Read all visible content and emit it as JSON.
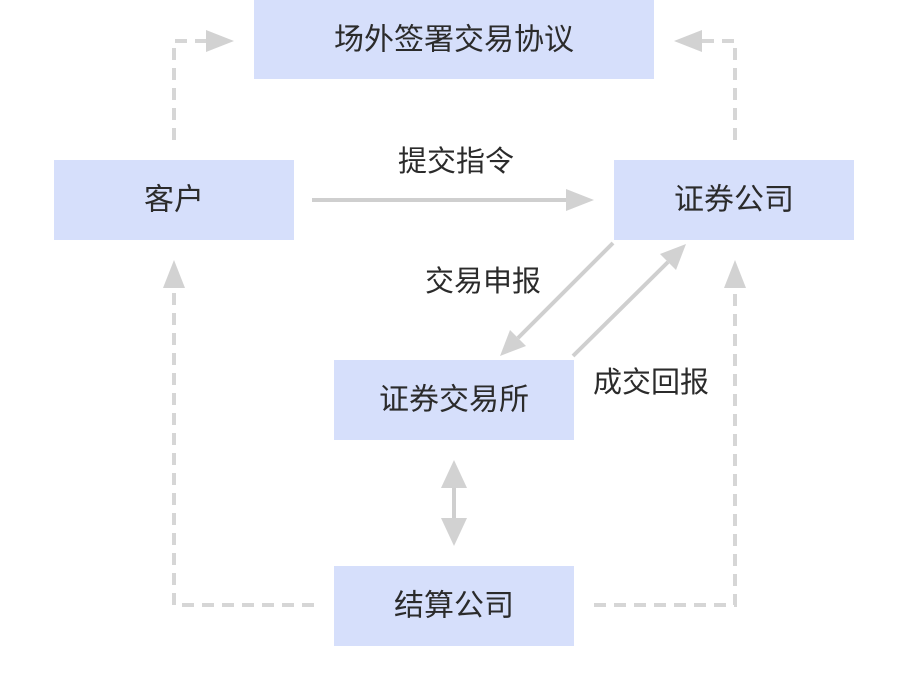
{
  "diagram": {
    "nodes": {
      "agreement": "场外签署交易协议",
      "customer": "客户",
      "broker": "证券公司",
      "exchange": "证券交易所",
      "clearing": "结算公司"
    },
    "edges": {
      "submit_order": "提交指令",
      "trade_report": "交易申报",
      "fill_report": "成交回报"
    },
    "colors": {
      "box_fill": "#d6dffb",
      "connector": "#cfcfcf",
      "text": "#2b2b2b"
    }
  }
}
